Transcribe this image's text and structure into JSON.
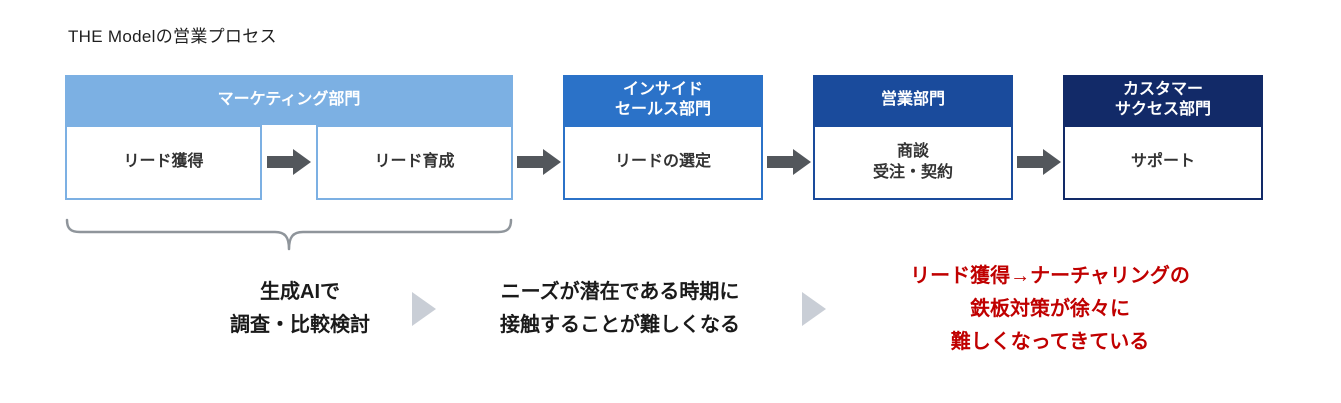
{
  "page": {
    "title": "THE Modelの営業プロセス"
  },
  "process": {
    "blocks": [
      {
        "id": "marketing",
        "header": "マーケティング部門",
        "color": "#7CB0E3",
        "steps": [
          "リード獲得",
          "リード育成"
        ]
      },
      {
        "id": "inside-sales",
        "header": "インサイド\nセールス部門",
        "color": "#2B72C8",
        "steps": [
          "リードの選定"
        ]
      },
      {
        "id": "sales",
        "header": "営業部門",
        "color": "#1A4B9C",
        "steps": [
          "商談\n受注・契約"
        ]
      },
      {
        "id": "customer-success",
        "header": "カスタマー\nサクセス部門",
        "color": "#122A68",
        "steps": [
          "サポート"
        ]
      }
    ],
    "arrow_color": "#53575C",
    "brace_color": "#8F959B"
  },
  "notes": [
    {
      "text": "生成AIで\n調査・比較検討",
      "color": "#1a1a1a"
    },
    {
      "text": "ニーズが潜在である時期に\n接触することが難しくなる",
      "color": "#1a1a1a"
    },
    {
      "text": "リード獲得→ナーチャリングの\n鉄板対策が徐々に\n難しくなってきている",
      "color": "#C00000"
    }
  ],
  "triangle_color": "#C9CED6"
}
